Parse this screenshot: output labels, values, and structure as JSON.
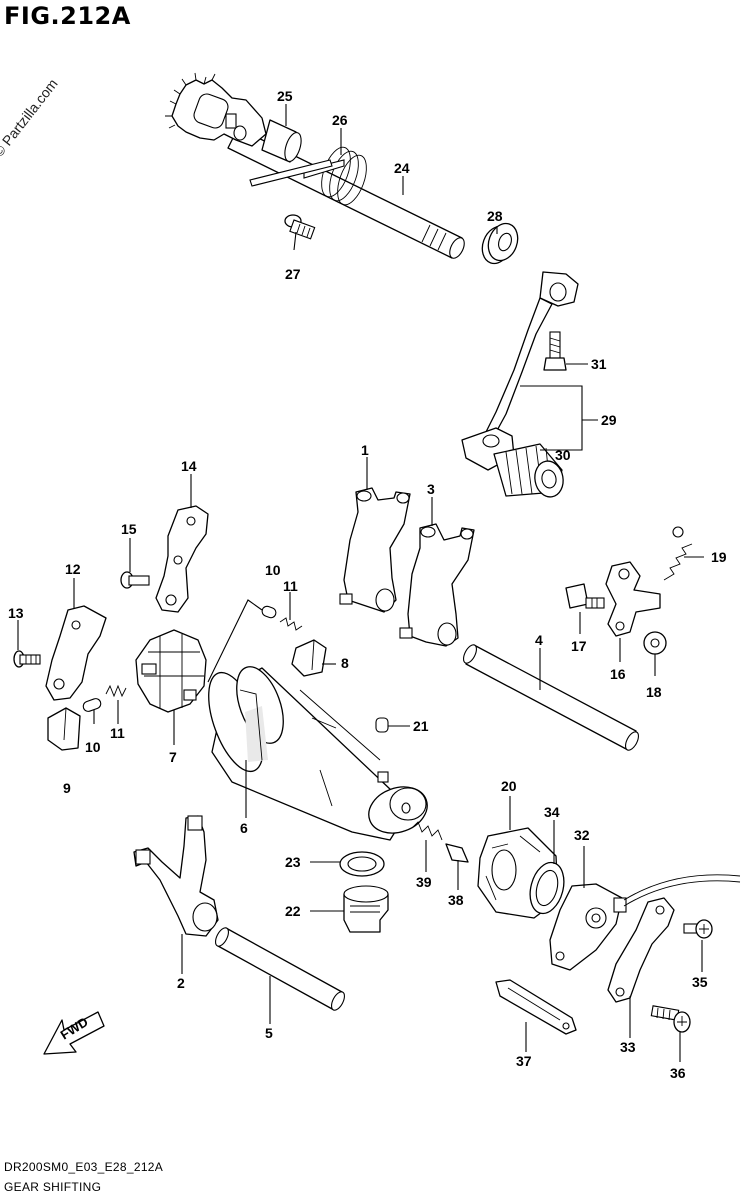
{
  "figure": {
    "title": "FIG.212A",
    "watermark": "© Partzilla.com",
    "code": "DR200SM0_E03_E28_212A",
    "name": "GEAR SHIFTING",
    "direction_marker": "FWD"
  },
  "callouts": {
    "c1": "1",
    "c2": "2",
    "c3": "3",
    "c4": "4",
    "c5": "5",
    "c6": "6",
    "c7": "7",
    "c8": "8",
    "c9": "9",
    "c10a": "10",
    "c10b": "10",
    "c11a": "11",
    "c11b": "11",
    "c12": "12",
    "c13": "13",
    "c14": "14",
    "c15": "15",
    "c16": "16",
    "c17": "17",
    "c18": "18",
    "c19": "19",
    "c20": "20",
    "c21": "21",
    "c22": "22",
    "c23": "23",
    "c24": "24",
    "c25": "25",
    "c26": "26",
    "c27": "27",
    "c28": "28",
    "c29": "29",
    "c30": "30",
    "c31": "31",
    "c32": "32",
    "c33": "33",
    "c34": "34",
    "c35": "35",
    "c36": "36",
    "c37": "37",
    "c38": "38",
    "c39": "39"
  }
}
